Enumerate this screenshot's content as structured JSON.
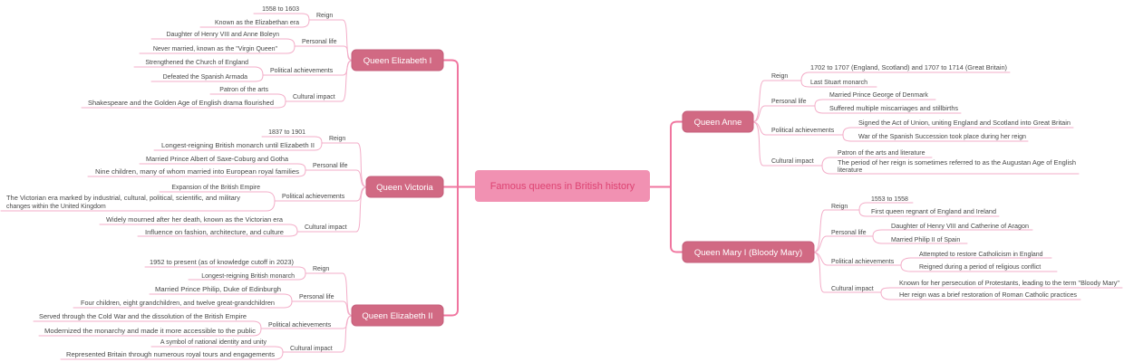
{
  "central_topic": "Famous queens in British history",
  "colors": {
    "central_fill": "#f191b2",
    "central_text": "#dd4372",
    "queen_fill": "#d16983",
    "queen_text": "#ffffff",
    "trunk_line": "#f0759f",
    "branch_line": "#f3adc8",
    "leaf_text": "#474747"
  },
  "queens": [
    {
      "name": "Queen Elizabeth I",
      "side": "left",
      "categories": [
        {
          "label": "Reign",
          "children": [
            {
              "text": "1558 to 1603"
            },
            {
              "text": "Known as the Elizabethan era"
            }
          ]
        },
        {
          "label": "Personal life",
          "children": [
            {
              "text": "Daughter of Henry VIII and Anne Boleyn"
            },
            {
              "text": "Never married, known as the \"Virgin Queen\""
            }
          ]
        },
        {
          "label": "Political achievements",
          "children": [
            {
              "text": "Strengthened the Church of England"
            },
            {
              "text": "Defeated the Spanish Armada"
            }
          ]
        },
        {
          "label": "Cultural impact",
          "children": [
            {
              "text": "Patron of the arts"
            },
            {
              "text": "Shakespeare and the Golden Age of English drama flourished"
            }
          ]
        }
      ]
    },
    {
      "name": "Queen Victoria",
      "side": "left",
      "categories": [
        {
          "label": "Reign",
          "children": [
            {
              "text": "1837 to 1901"
            },
            {
              "text": "Longest-reigning British monarch until Elizabeth II"
            }
          ]
        },
        {
          "label": "Personal life",
          "children": [
            {
              "text": "Married Prince Albert of Saxe-Coburg and Gotha"
            },
            {
              "text": "Nine children, many of whom married into European royal families"
            }
          ]
        },
        {
          "label": "Political achievements",
          "children": [
            {
              "text": "Expansion of the British Empire"
            },
            {
              "text": "The Victorian era marked by industrial, cultural, political, scientific, and military changes within the United Kingdom",
              "lines": [
                "The Victorian era marked by industrial, cultural, political, scientific, and military",
                "changes within the United Kingdom"
              ]
            }
          ]
        },
        {
          "label": "Cultural impact",
          "children": [
            {
              "text": "Widely mourned after her death, known as the Victorian era"
            },
            {
              "text": "Influence on fashion, architecture, and culture"
            }
          ]
        }
      ]
    },
    {
      "name": "Queen Elizabeth II",
      "side": "left",
      "categories": [
        {
          "label": "Reign",
          "children": [
            {
              "text": "1952 to present (as of knowledge cutoff in 2023)"
            },
            {
              "text": "Longest-reigning British monarch"
            }
          ]
        },
        {
          "label": "Personal life",
          "children": [
            {
              "text": "Married Prince Philip, Duke of Edinburgh"
            },
            {
              "text": "Four children, eight grandchildren, and twelve great-grandchildren"
            }
          ]
        },
        {
          "label": "Political achievements",
          "children": [
            {
              "text": "Served through the Cold War and the dissolution of the British Empire"
            },
            {
              "text": "Modernized the monarchy and made it more accessible to the public"
            }
          ]
        },
        {
          "label": "Cultural impact",
          "children": [
            {
              "text": "A symbol of national identity and unity"
            },
            {
              "text": "Represented Britain through numerous royal tours and engagements"
            }
          ]
        }
      ]
    },
    {
      "name": "Queen Anne",
      "side": "right",
      "categories": [
        {
          "label": "Reign",
          "children": [
            {
              "text": "1702 to 1707 (England, Scotland) and 1707 to 1714 (Great Britain)"
            },
            {
              "text": "Last Stuart monarch"
            }
          ]
        },
        {
          "label": "Personal life",
          "children": [
            {
              "text": "Married Prince George of Denmark"
            },
            {
              "text": "Suffered multiple miscarriages and stillbirths"
            }
          ]
        },
        {
          "label": "Political achievements",
          "children": [
            {
              "text": "Signed the Act of Union, uniting England and Scotland into Great Britain"
            },
            {
              "text": "War of the Spanish Succession took place during her reign"
            }
          ]
        },
        {
          "label": "Cultural impact",
          "children": [
            {
              "text": "Patron of the arts and literature"
            },
            {
              "text": "The period of her reign is sometimes referred to as the Augustan Age of English literature",
              "lines": [
                "The period of her reign is sometimes referred to as the Augustan Age of English",
                "literature"
              ]
            }
          ]
        }
      ]
    },
    {
      "name": "Queen Mary I (Bloody Mary)",
      "side": "right",
      "categories": [
        {
          "label": "Reign",
          "children": [
            {
              "text": "1553 to 1558"
            },
            {
              "text": "First queen regnant of England and Ireland"
            }
          ]
        },
        {
          "label": "Personal life",
          "children": [
            {
              "text": "Daughter of Henry VIII and Catherine of Aragon"
            },
            {
              "text": "Married Philip II of Spain"
            }
          ]
        },
        {
          "label": "Political achievements",
          "children": [
            {
              "text": "Attempted to restore Catholicism in England"
            },
            {
              "text": "Reigned during a period of religious conflict"
            }
          ]
        },
        {
          "label": "Cultural impact",
          "children": [
            {
              "text": "Known for her persecution of Protestants, leading to the term \"Bloody Mary\""
            },
            {
              "text": "Her reign was a brief restoration of Roman Catholic practices"
            }
          ]
        }
      ]
    }
  ]
}
